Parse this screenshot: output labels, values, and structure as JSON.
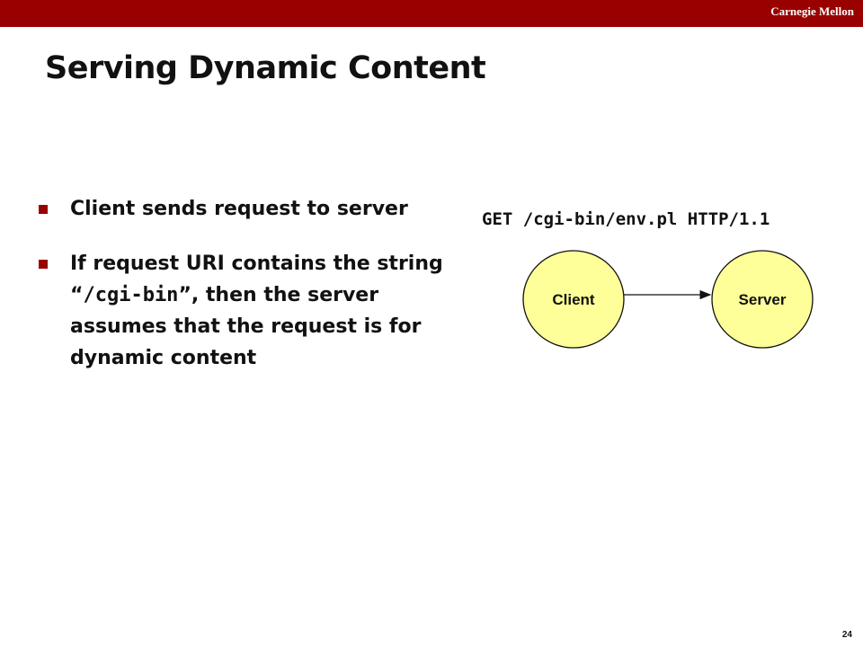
{
  "header": {
    "brand": "Carnegie Mellon",
    "accent_color": "#990000"
  },
  "slide": {
    "title": "Serving Dynamic Content",
    "bullets": [
      {
        "text": "Client sends request to server"
      },
      {
        "text_before": "If request URI contains the string “",
        "code": "/cgi-bin",
        "text_after": "”, then the server assumes that the request is for dynamic content"
      }
    ],
    "request_line": "GET /cgi-bin/env.pl HTTP/1.1",
    "diagram": {
      "nodes": [
        {
          "label": "Client",
          "fill": "#ffff99"
        },
        {
          "label": "Server",
          "fill": "#ffff99"
        }
      ]
    },
    "page_number": "24"
  }
}
